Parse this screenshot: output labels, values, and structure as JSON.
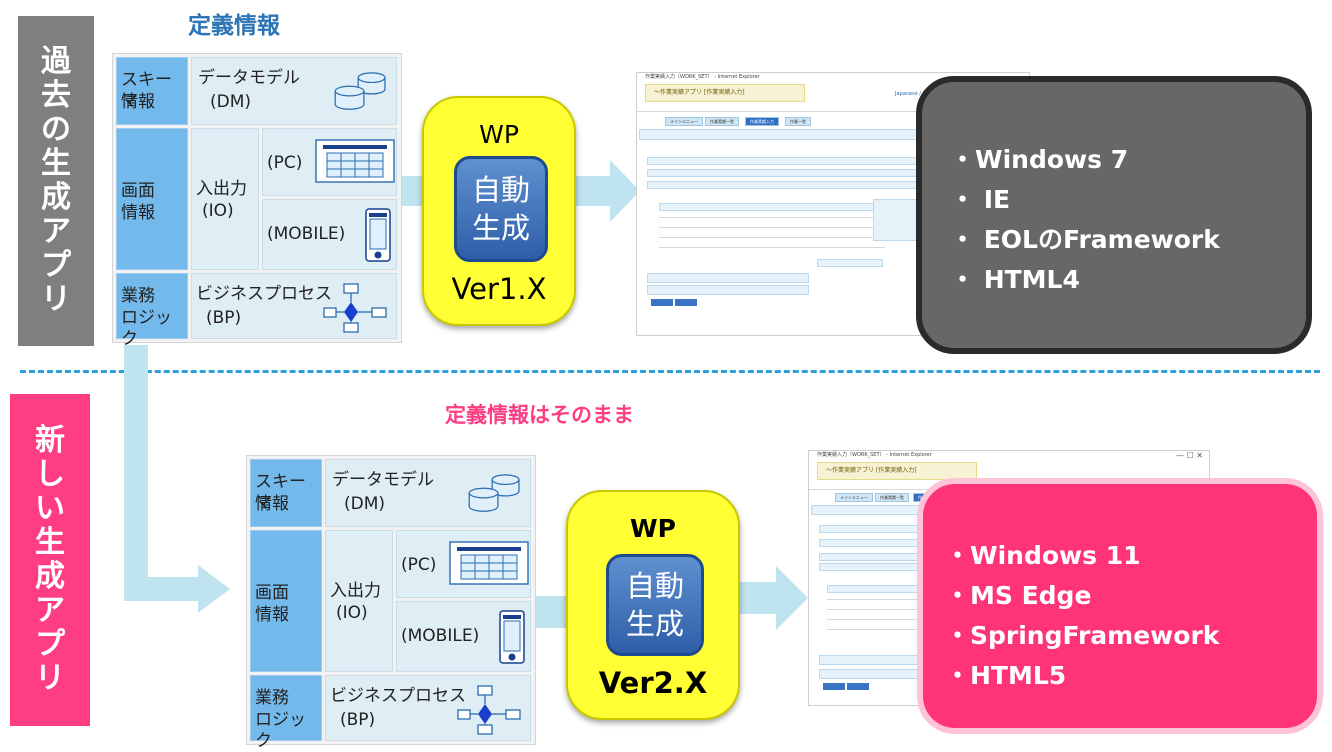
{
  "side_labels": {
    "old": "過去の生成アプリ",
    "new": "新しい生成アプリ"
  },
  "headings": {
    "definition": "定義情報",
    "definition_unchanged": "定義情報はそのまま"
  },
  "definition": {
    "schema": "スキーマ情報",
    "schema_line1": "スキーマ",
    "schema_line2": "情報",
    "data_model_line1": "データモデル",
    "data_model_line2": "(DM)",
    "screen_line1": "画面",
    "screen_line2": "情報",
    "io_line1": "入出力",
    "io_line2": "(IO)",
    "pc": "(PC)",
    "mobile": "(MOBILE)",
    "logic_line1": "業務",
    "logic_line2": "ロジック",
    "bp_line1": "ビジネスプロセス",
    "bp_line2": "(BP)"
  },
  "wp_old": {
    "title": "WP",
    "inner_line1": "自動",
    "inner_line2": "生成",
    "version": "Ver1.X"
  },
  "wp_new": {
    "title": "WP",
    "inner_line1": "自動",
    "inner_line2": "生成",
    "version": "Ver2.X"
  },
  "status_old": [
    "・Windows 7",
    "・ IE",
    "・ EOLのFramework",
    "・ HTML4"
  ],
  "status_new": [
    "・Windows 11",
    "・MS Edge",
    "・SpringFramework",
    "・HTML5"
  ],
  "screenshot": {
    "title_old": "作業実績入力（WORK_SET） - Internet Explorer",
    "title_new": "作業実績入力（WORK_SET） - Internet Explorer",
    "app_name": "～作業実績アプリ [作業実績入力]",
    "tab1": "メインメニュー",
    "tab2": "作業実績一覧",
    "tab3": "作業実績入力",
    "tab4": "作業一覧",
    "lang": "Japanese / English / Chinese"
  },
  "colors": {
    "side_old": "#7f7f7f",
    "side_new": "#ff3d83",
    "heading_old": "#2e75b6",
    "heading_new": "#ff3d83",
    "wp_fill": "#ffff33",
    "status_old": "#676767",
    "status_new": "#ff3377",
    "cell_blue": "#74b9ec"
  },
  "icons": [
    "database-icon",
    "pc-screen-icon",
    "mobile-icon",
    "flowchart-icon",
    "arrow-right-icon"
  ]
}
